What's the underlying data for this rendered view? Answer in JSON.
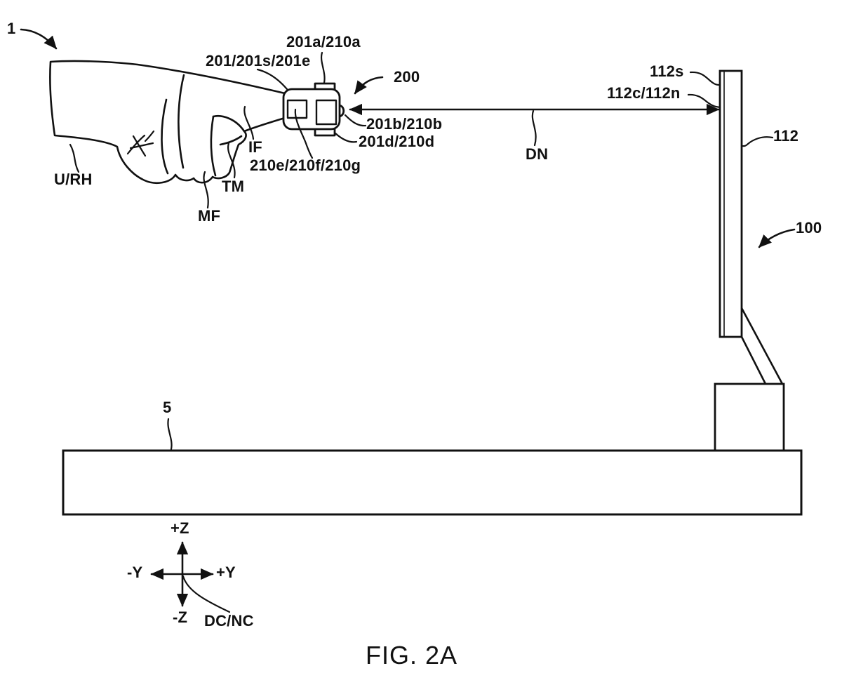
{
  "figure": {
    "title": "FIG. 2A",
    "labels": {
      "system": "1",
      "user_hand": "U/RH",
      "middle_finger": "MF",
      "thumb": "TM",
      "index_finger": "IF",
      "ring_band": "201/201s/201e",
      "device_top_part": "201a/210a",
      "device": "200",
      "device_front_part": "201b/210b",
      "device_bottom_part": "201d/210d",
      "device_inner_parts": "210e/210f/210g",
      "distance": "DN",
      "screen_surface": "112s",
      "screen_point": "112c/112n",
      "display_panel": "112",
      "computer": "100",
      "table": "5",
      "axis_up": "+Z",
      "axis_down": "-Z",
      "axis_left": "-Y",
      "axis_right": "+Y",
      "coordinate_labels": "DC/NC"
    },
    "colors": {
      "ink": "#111111",
      "paper": "#ffffff"
    }
  }
}
